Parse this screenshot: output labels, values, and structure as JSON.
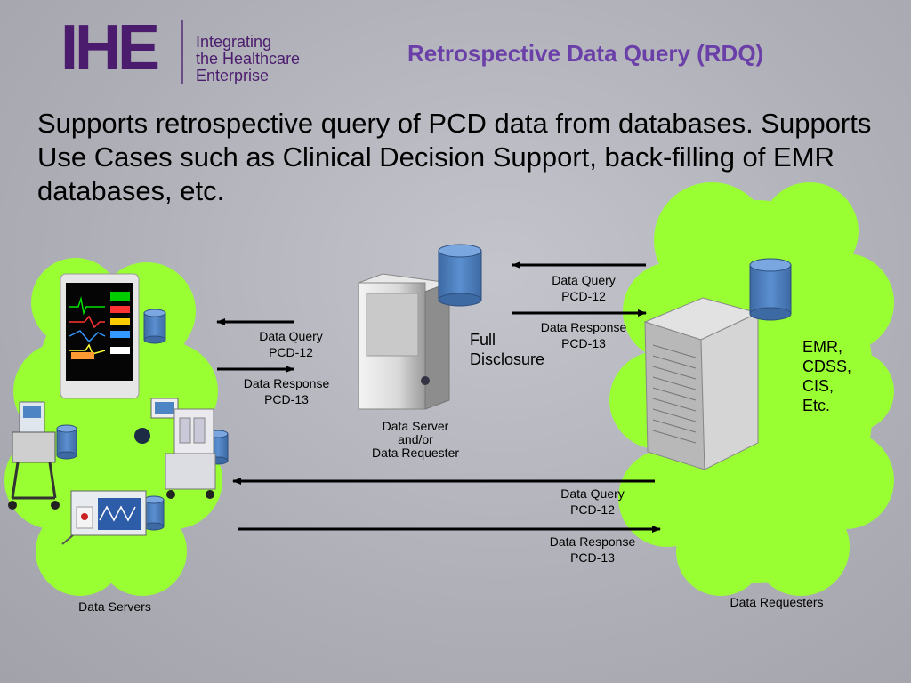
{
  "logo": {
    "mark": "IHE",
    "line1": "Integrating",
    "line2": "the Healthcare",
    "line3": "Enterprise"
  },
  "title": "Retrospective Data Query (RDQ)",
  "description": "Supports retrospective query of PCD data from databases. Supports Use Cases such as Clinical Decision Support, back-filling of EMR databases, etc.",
  "labels": {
    "left_query": [
      "Data Query",
      "PCD-12"
    ],
    "left_response": [
      "Data Response",
      "PCD-13"
    ],
    "server": [
      "Data Server",
      "and/or",
      "Data Requester"
    ],
    "full_disclosure": [
      "Full",
      "Disclosure"
    ],
    "right_query": [
      "Data Query",
      "PCD-12"
    ],
    "right_response": [
      "Data Response",
      "PCD-13"
    ],
    "bottom_query": [
      "Data Query",
      "PCD-12"
    ],
    "bottom_response": [
      "Data Response",
      "PCD-13"
    ],
    "requester_systems": [
      "EMR,",
      "CDSS,",
      "CIS,",
      "Etc."
    ],
    "data_servers": "Data Servers",
    "data_requesters": "Data Requesters"
  },
  "colors": {
    "cloud": "#99ff33",
    "title": "#6b3fa8",
    "logo": "#4b1c6e",
    "database": "#4f81bd"
  }
}
